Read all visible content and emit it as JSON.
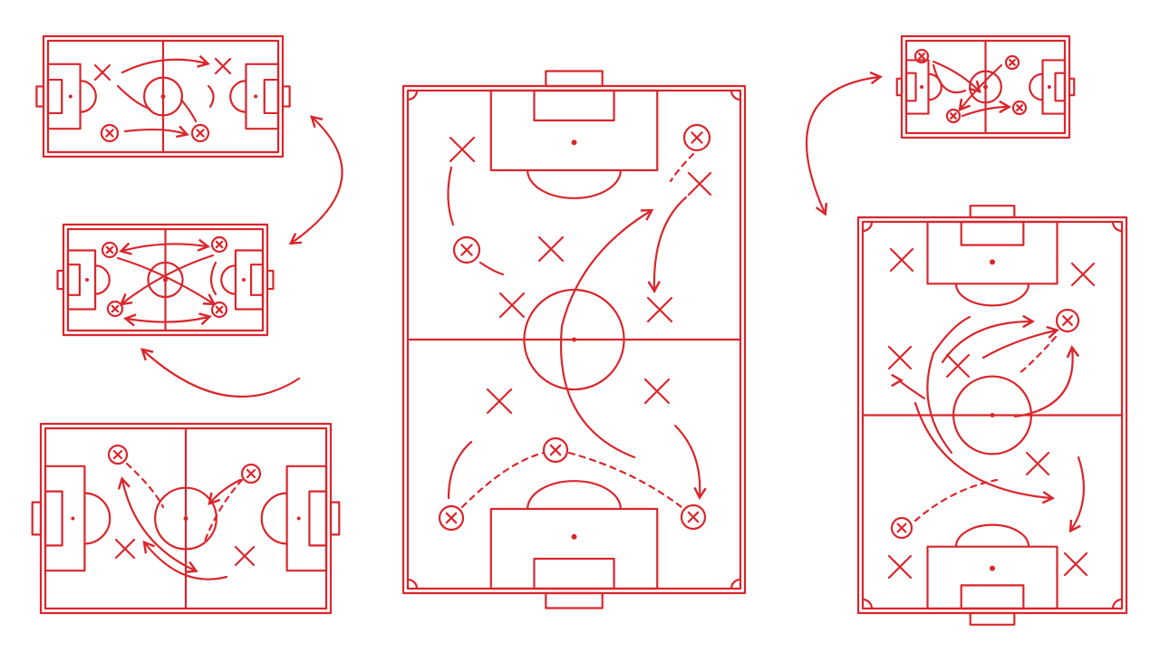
{
  "colors": {
    "line": "#d9262c",
    "background": "#ffffff"
  },
  "diagrams": [
    {
      "name": "tactic-board-top-left",
      "orientation": "horizontal"
    },
    {
      "name": "tactic-board-middle-left",
      "orientation": "horizontal"
    },
    {
      "name": "tactic-board-bottom-left",
      "orientation": "horizontal"
    },
    {
      "name": "tactic-board-center",
      "orientation": "vertical"
    },
    {
      "name": "tactic-board-top-right",
      "orientation": "horizontal"
    },
    {
      "name": "tactic-board-bottom-right",
      "orientation": "vertical"
    }
  ],
  "marker_types": {
    "x": "cross-player-icon",
    "o": "circled-cross-player-icon"
  }
}
